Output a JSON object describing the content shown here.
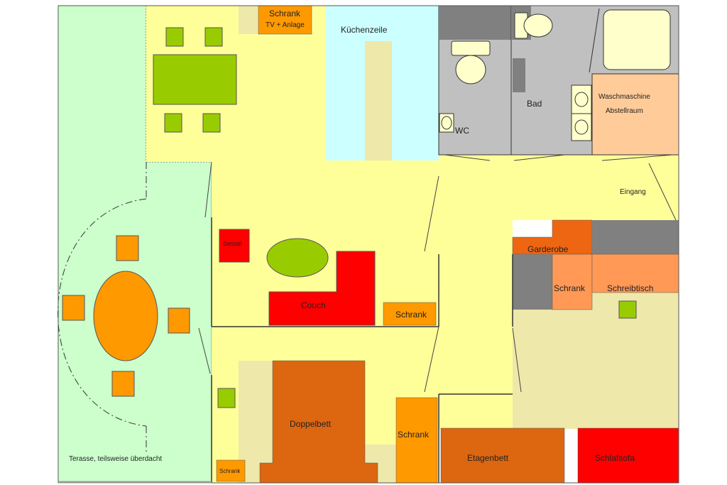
{
  "rooms": {
    "terrace": "Terasse, teilsweise überdacht",
    "kitchen": "Küchenzeile",
    "bath": "Bad",
    "wc": "WC",
    "storage_line1": "Waschmaschine",
    "storage_line2": "Abstellraum",
    "entrance": "Eingang"
  },
  "furniture": {
    "tv_cabinet_line1": "Schrank",
    "tv_cabinet_line2": "TV + Anlage",
    "armchair": "Sessel",
    "couch": "Couch",
    "living_cabinet": "Schrank",
    "wardrobe": "Garderobe",
    "office_cabinet": "Schrank",
    "desk": "Schreibtisch",
    "double_bed": "Doppelbett",
    "bedroom_cabinet": "Schrank",
    "small_cabinet": "Schrank",
    "bunk_bed": "Etagenbett",
    "sofa_bed": "Schlafsofa"
  },
  "colors": {
    "terrace": "#ccffcc",
    "living": "#ffff99",
    "kitchen": "#ccffff",
    "sanitary": "#c0c0c0",
    "storage": "#ffcc99",
    "bedroom_floor": "#eee8aa",
    "table_green": "#99cc00",
    "orange": "#ff9900",
    "dark_orange": "#dd6611",
    "red": "#ff0000",
    "light_orange": "#ff9955"
  }
}
